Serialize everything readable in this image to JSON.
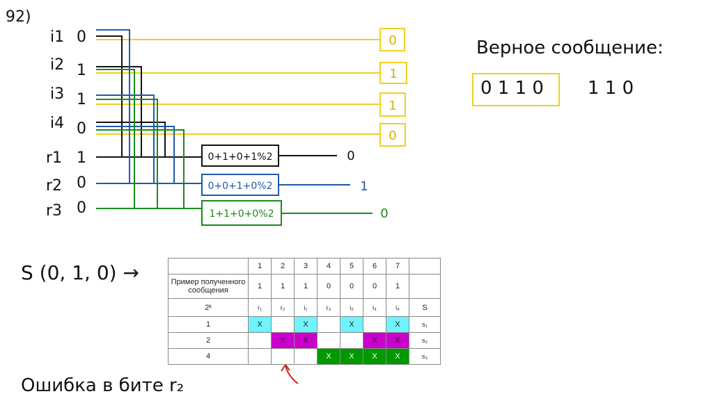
{
  "problem_number": "92)",
  "inputs": [
    {
      "name": "i1",
      "value": "0"
    },
    {
      "name": "i2",
      "value": "1"
    },
    {
      "name": "i3",
      "value": "1"
    },
    {
      "name": "i4",
      "value": "0"
    },
    {
      "name": "r1",
      "value": "1"
    },
    {
      "name": "r2",
      "value": "0"
    },
    {
      "name": "r3",
      "value": "0"
    }
  ],
  "outputs": [
    "0",
    "1",
    "1",
    "0"
  ],
  "parity_boxes": [
    {
      "formula": "0+1+0+1%2",
      "result": "0",
      "color": "#111111"
    },
    {
      "formula": "0+0+1+0%2",
      "result": "1",
      "color": "#1f5aa6"
    },
    {
      "formula": "1+1+0+0%2",
      "result": "0",
      "color": "#1a8a1a"
    }
  ],
  "correct_message": {
    "label": "Верное сообщение:",
    "data_bits": "0 1 1 0",
    "check_bits": "1 1 0"
  },
  "syndrome": "S (0, 1, 0) →",
  "error_note": "Ошибка в бите r₂",
  "colors": {
    "yellow": "#f0d020",
    "blue": "#1f5aa6",
    "black": "#111111",
    "green": "#1a8a1a",
    "cyan": "#6ff3ff",
    "magenta": "#cc00cc",
    "table_green": "#009900",
    "arrow": "#d02020"
  },
  "table": {
    "header": [
      "",
      "1",
      "2",
      "3",
      "4",
      "5",
      "6",
      "7",
      ""
    ],
    "received_label": "Пример полученного сообщения",
    "received": [
      "1",
      "1",
      "1",
      "0",
      "0",
      "0",
      "1"
    ],
    "pow_label": "2ᵏ",
    "bit_names": [
      "r₁",
      "r₂",
      "i₁",
      "r₃",
      "i₂",
      "i₃",
      "i₄"
    ],
    "s_label": "S",
    "rows": [
      {
        "k": "1",
        "marks": [
          "X",
          "",
          "X",
          "",
          "X",
          "",
          "X"
        ],
        "s": "s₁"
      },
      {
        "k": "2",
        "marks": [
          "",
          "X",
          "X",
          "",
          "",
          "X",
          "X"
        ],
        "s": "s₂"
      },
      {
        "k": "4",
        "marks": [
          "",
          "",
          "",
          "X",
          "X",
          "X",
          "X"
        ],
        "s": "s₃"
      }
    ]
  }
}
